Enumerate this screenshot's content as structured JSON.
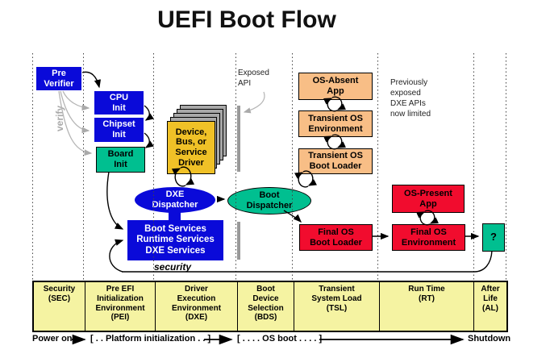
{
  "title": "UEFI Boot Flow",
  "colors": {
    "blue": "#0a0ad9",
    "teal": "#00bf90",
    "red": "#f10c2e",
    "peach": "#f8be86",
    "gold": "#f0c127",
    "table_yellow": "#f5f3a2",
    "gray_stack": "#a8a8a8",
    "gray_bar": "#999999"
  },
  "nodes": {
    "pre_verifier": [
      "Pre",
      "Verifier"
    ],
    "cpu_init": [
      "CPU",
      "Init"
    ],
    "chipset_init": [
      "Chipset",
      "Init"
    ],
    "board_init": [
      "Board",
      "Init"
    ],
    "driver": [
      "Device,",
      "Bus, or",
      "Service",
      "Driver"
    ],
    "dxe_dispatcher": [
      "DXE",
      "Dispatcher"
    ],
    "boot_services": [
      "Boot Services",
      "Runtime Services",
      "DXE Services"
    ],
    "boot_dispatcher": [
      "Boot",
      "Dispatcher"
    ],
    "os_absent_app": [
      "OS-Absent",
      "App"
    ],
    "transient_os_env": [
      "Transient OS",
      "Environment"
    ],
    "transient_os_boot_loader": [
      "Transient OS",
      "Boot Loader"
    ],
    "os_present_app": [
      "OS-Present",
      "App"
    ],
    "final_os_boot_loader": [
      "Final OS",
      "Boot Loader"
    ],
    "final_os_env": [
      "Final OS",
      "Environment"
    ],
    "question": "?"
  },
  "annotations": {
    "verify": "verify",
    "exposed_api": [
      "Exposed",
      "API"
    ],
    "previously_limited": [
      "Previously",
      "exposed",
      "DXE APIs",
      "now limited"
    ],
    "security": "security"
  },
  "phases": [
    {
      "label": [
        "Security",
        "(SEC)"
      ]
    },
    {
      "label": [
        "Pre EFI",
        "Initialization",
        "Environment",
        "(PEI)"
      ]
    },
    {
      "label": [
        "Driver",
        "Execution",
        "Environment",
        "(DXE)"
      ]
    },
    {
      "label": [
        "Boot",
        "Device",
        "Selection",
        "(BDS)"
      ]
    },
    {
      "label": [
        "Transient",
        "System Load",
        "(TSL)"
      ]
    },
    {
      "label": [
        "Run Time",
        "(RT)"
      ]
    },
    {
      "label": [
        "After",
        "Life",
        "(AL)"
      ]
    }
  ],
  "timeline": {
    "power_on": "Power on",
    "platform_init": "[ . . Platform initialization . . ]",
    "os_boot": "[ . . . . OS boot . . . . ]",
    "shutdown": "Shutdown"
  }
}
